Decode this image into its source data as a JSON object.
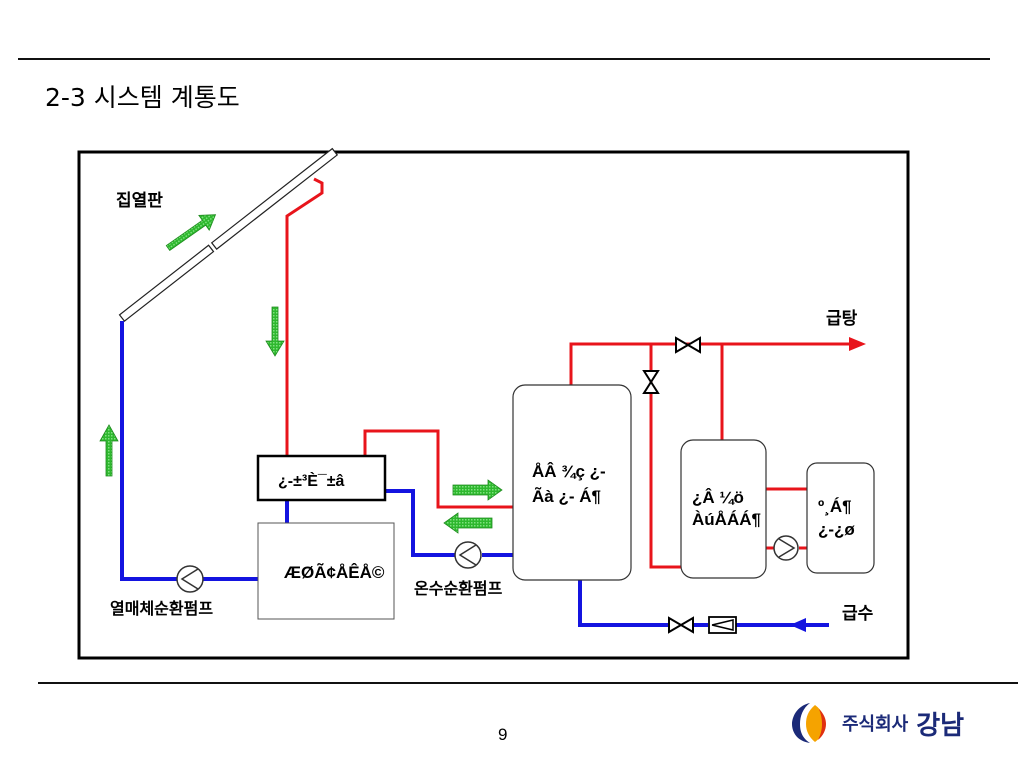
{
  "header": {
    "title": "2-3 시스템 계통도"
  },
  "diagram": {
    "collector_label": "집열판",
    "hot_supply_label": "급탕",
    "cold_supply_label": "급수",
    "heat_pump_label": "열매체순환펌프",
    "hot_water_pump_label": "온수순환펌프",
    "heat_exchanger_text": "¿-±³È¯±â",
    "plate_box_text": "ÆØÃ¢ÅÊÅ©",
    "storage_tank_text": [
      "ÅÂ ¾ç ¿-",
      "Ãà ¿- Á¶"
    ],
    "aux_tank_text": [
      "¿Â  ¼ö",
      "ÀúÅÁÁ¶"
    ],
    "boiler_text": [
      "º¸Á¶",
      "¿-¿ø"
    ],
    "pipe_colors": {
      "hot": "#e8141b",
      "cold": "#1414e0",
      "flow_arrow": "#2eb82e"
    }
  },
  "footer": {
    "page_number": "9",
    "company_prefix": "주식회사",
    "company_name": "강남"
  },
  "logo": {
    "colors": {
      "blue": "#1b2a78",
      "orange": "#f5a300",
      "red": "#e03010"
    }
  }
}
